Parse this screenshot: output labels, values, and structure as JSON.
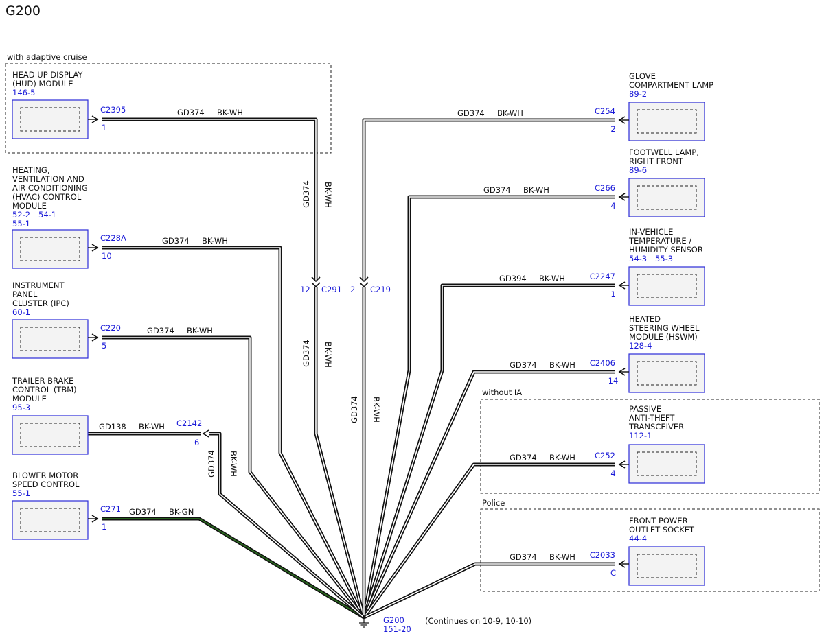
{
  "title": "G200",
  "groups": [
    {
      "id": "adaptive",
      "label": "with adaptive cruise"
    },
    {
      "id": "noia",
      "label": "without IA"
    },
    {
      "id": "police",
      "label": "Police"
    }
  ],
  "components": [
    {
      "id": "hud",
      "name": [
        "HEAD UP DISPLAY",
        "(HUD) MODULE"
      ],
      "refs": [
        "146-5"
      ],
      "connector": "C2395",
      "pin": "1",
      "circuit": "GD374",
      "color": "BK-WH"
    },
    {
      "id": "hvac",
      "name": [
        "HEATING,",
        "VENTILATION AND",
        "AIR CONDITIONING",
        "(HVAC) CONTROL",
        "MODULE"
      ],
      "refs": [
        "52-2",
        "54-1",
        "55-1"
      ],
      "connector": "C228A",
      "pin": "10",
      "circuit": "GD374",
      "color": "BK-WH"
    },
    {
      "id": "ipc",
      "name": [
        "INSTRUMENT",
        "PANEL",
        "CLUSTER (IPC)"
      ],
      "refs": [
        "60-1"
      ],
      "connector": "C220",
      "pin": "5",
      "circuit": "GD374",
      "color": "BK-WH"
    },
    {
      "id": "tbm",
      "name": [
        "TRAILER BRAKE",
        "CONTROL (TBM)",
        "MODULE"
      ],
      "refs": [
        "95-3"
      ],
      "connector": "C2142",
      "pin": "6",
      "circuit": "GD138",
      "color": "BK-WH"
    },
    {
      "id": "blower",
      "name": [
        "BLOWER MOTOR",
        "SPEED CONTROL"
      ],
      "refs": [
        "55-1"
      ],
      "connector": "C271",
      "pin": "1",
      "circuit": "GD374",
      "color": "BK-GN"
    },
    {
      "id": "glove",
      "name": [
        "GLOVE",
        "COMPARTMENT LAMP"
      ],
      "refs": [
        "89-2"
      ],
      "connector": "C254",
      "pin": "2",
      "circuit": "GD374",
      "color": "BK-WH"
    },
    {
      "id": "footwell",
      "name": [
        "FOOTWELL LAMP,",
        "RIGHT FRONT"
      ],
      "refs": [
        "89-6"
      ],
      "connector": "C266",
      "pin": "4",
      "circuit": "GD374",
      "color": "BK-WH"
    },
    {
      "id": "invehicle",
      "name": [
        "IN-VEHICLE",
        "TEMPERATURE /",
        "HUMIDITY SENSOR"
      ],
      "refs": [
        "54-3",
        "55-3"
      ],
      "connector": "C2247",
      "pin": "1",
      "circuit": "GD394",
      "color": "BK-WH"
    },
    {
      "id": "hswm",
      "name": [
        "HEATED",
        "STEERING WHEEL",
        "MODULE (HSWM)"
      ],
      "refs": [
        "128-4"
      ],
      "connector": "C2406",
      "pin": "14",
      "circuit": "GD374",
      "color": "BK-WH"
    },
    {
      "id": "pats",
      "name": [
        "PASSIVE",
        "ANTI-THEFT",
        "TRANSCEIVER"
      ],
      "refs": [
        "112-1"
      ],
      "connector": "C252",
      "pin": "4",
      "circuit": "GD374",
      "color": "BK-WH"
    },
    {
      "id": "power",
      "name": [
        "FRONT POWER",
        "OUTLET SOCKET"
      ],
      "refs": [
        "44-4"
      ],
      "connector": "C2033",
      "pin": "C",
      "circuit": "GD374",
      "color": "BK-WH"
    }
  ],
  "inline_connectors": [
    {
      "id": "c291",
      "connector": "C291",
      "pin": "12"
    },
    {
      "id": "c219",
      "connector": "C219",
      "pin": "2"
    }
  ],
  "vertical_wire_labels": [
    {
      "id": "v-hud",
      "circuit": "GD374",
      "color": "BK-WH"
    },
    {
      "id": "v-c291-below",
      "circuit": "GD374",
      "color": "BK-WH"
    },
    {
      "id": "v-c219-below",
      "circuit": "GD374",
      "color": "BK-WH"
    },
    {
      "id": "v-tbm",
      "circuit": "GD374",
      "color": "BK-WH"
    }
  ],
  "ground": {
    "name": "G200",
    "ref": "151-20",
    "note": "(Continues on 10-9, 10-10)"
  }
}
